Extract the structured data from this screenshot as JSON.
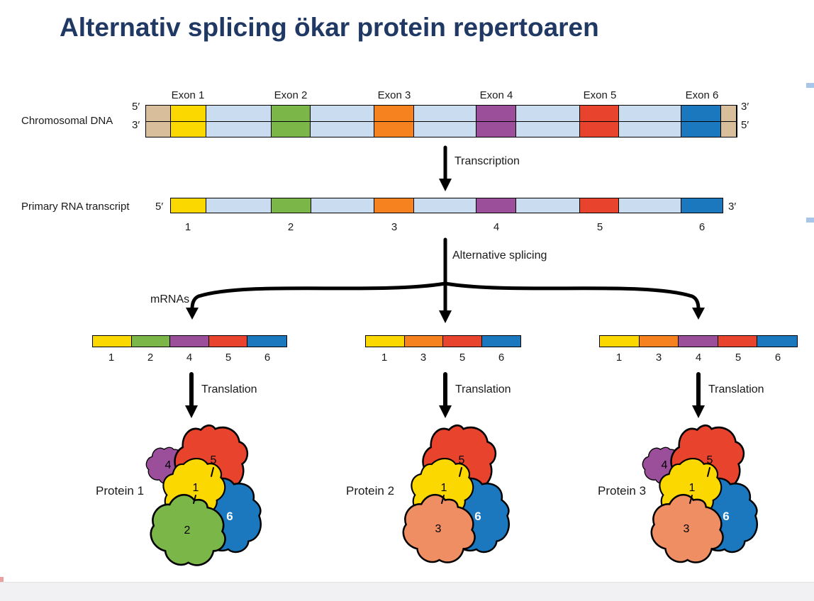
{
  "slide": {
    "title": "Alternativ splicing ökar protein repertoaren"
  },
  "dna": {
    "label": "Chromosomal DNA",
    "five_prime_left": "5′",
    "three_prime_left": "3′",
    "three_prime_right": "3′",
    "five_prime_right": "5′",
    "exon_labels": [
      "Exon 1",
      "Exon 2",
      "Exon 3",
      "Exon 4",
      "Exon 5",
      "Exon 6"
    ]
  },
  "transcription": {
    "label": "Transcription"
  },
  "rna": {
    "label": "Primary RNA transcript",
    "five_prime": "5′",
    "three_prime": "3′",
    "exon_numbers": [
      "1",
      "2",
      "3",
      "4",
      "5",
      "6"
    ]
  },
  "splicing": {
    "label": "Alternative splicing",
    "mrnas_label": "mRNAs"
  },
  "mrnas": [
    {
      "numbers": [
        "1",
        "2",
        "4",
        "5",
        "6"
      ]
    },
    {
      "numbers": [
        "1",
        "3",
        "5",
        "6"
      ]
    },
    {
      "numbers": [
        "1",
        "3",
        "4",
        "5",
        "6"
      ]
    }
  ],
  "translation": {
    "label": "Translation"
  },
  "proteins": [
    {
      "label": "Protein 1",
      "units": [
        "4",
        "5",
        "1",
        "2",
        "6"
      ]
    },
    {
      "label": "Protein 2",
      "units": [
        "5",
        "1",
        "3",
        "6"
      ]
    },
    {
      "label": "Protein 3",
      "units": [
        "4",
        "5",
        "1",
        "3",
        "6"
      ]
    }
  ],
  "colors": {
    "title": "#203864",
    "exon_yellow": "#FBD900",
    "exon_green": "#7AB648",
    "exon_orange": "#F5821F",
    "exon_purple": "#9B4F9B",
    "exon_red": "#E8432C",
    "exon_blue": "#1B78BE",
    "intron": "#C9DCF0",
    "dna_end": "#D9BE9C",
    "protein_salmon": "#EF8E63"
  }
}
